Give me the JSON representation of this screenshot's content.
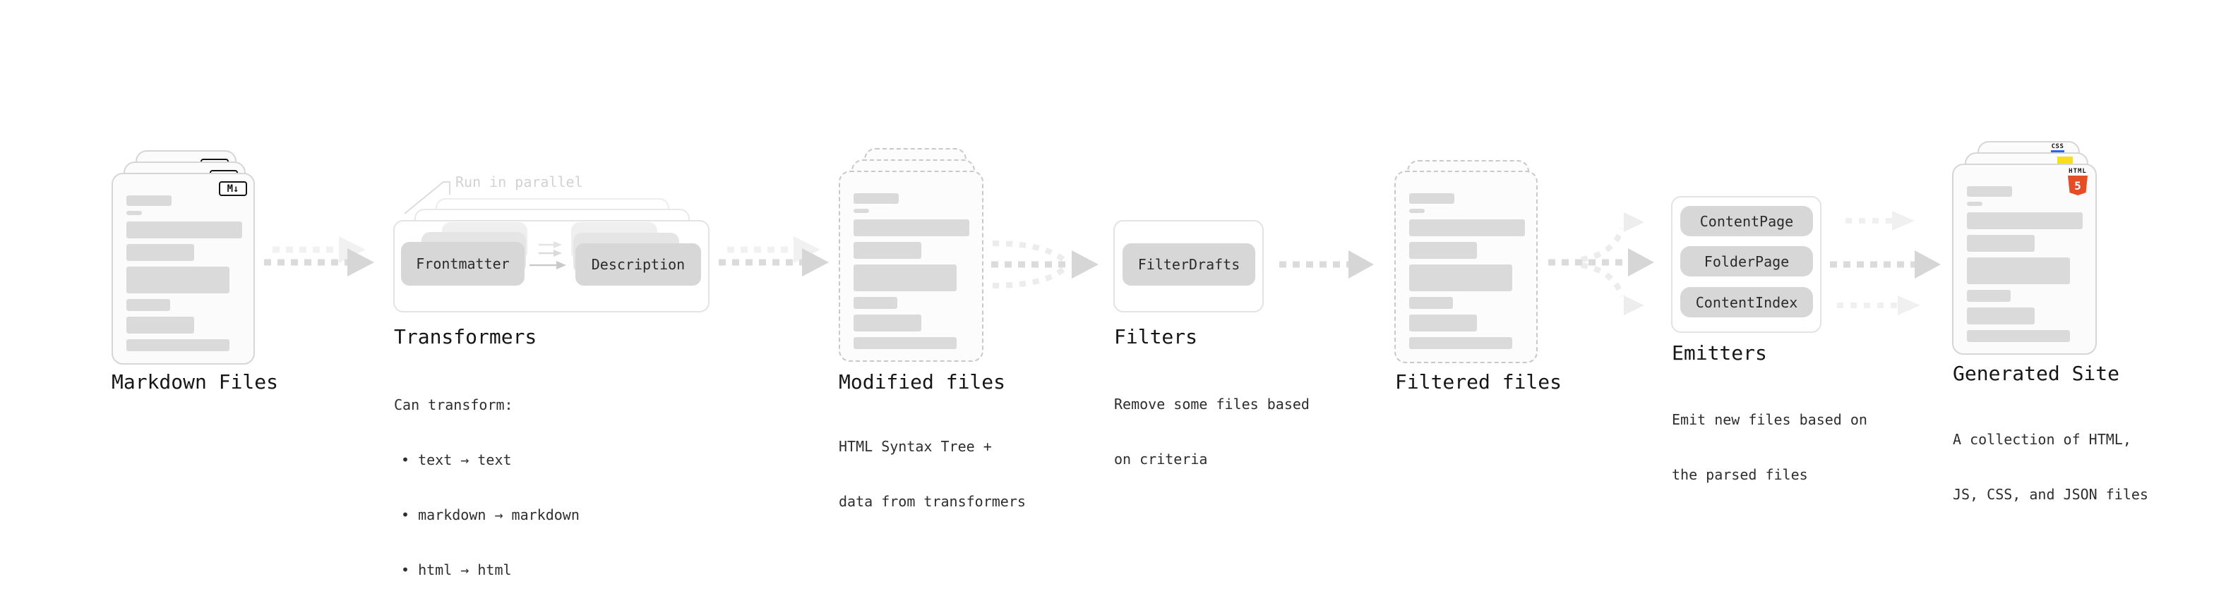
{
  "stages": {
    "markdown": {
      "title": "Markdown Files",
      "badge": "M↓"
    },
    "transformers": {
      "title": "Transformers",
      "note": "Run in parallel",
      "pill_left": "Frontmatter",
      "pill_right": "Description",
      "desc_heading": "Can transform:",
      "bullets": [
        "• text → text",
        "• markdown → markdown",
        "• html → html"
      ]
    },
    "modified": {
      "title": "Modified files",
      "desc": [
        "HTML Syntax Tree +",
        "data from transformers"
      ]
    },
    "filters": {
      "title": "Filters",
      "pill": "FilterDrafts",
      "desc": [
        "Remove some files based",
        "on criteria"
      ]
    },
    "filtered": {
      "title": "Filtered files"
    },
    "emitters": {
      "title": "Emitters",
      "pills": [
        "ContentPage",
        "FolderPage",
        "ContentIndex"
      ],
      "desc": [
        "Emit new files based on",
        "the parsed files"
      ]
    },
    "generated": {
      "title": "Generated Site",
      "desc": [
        "A collection of HTML,",
        "JS, CSS, and JSON files"
      ],
      "badge_html_word": "HTML",
      "badge_html_num": "5",
      "badge_css": "CSS"
    }
  },
  "colors": {
    "html5_orange": "#e44d26",
    "js_yellow": "#f7df1e",
    "css_blue": "#2965f1"
  }
}
